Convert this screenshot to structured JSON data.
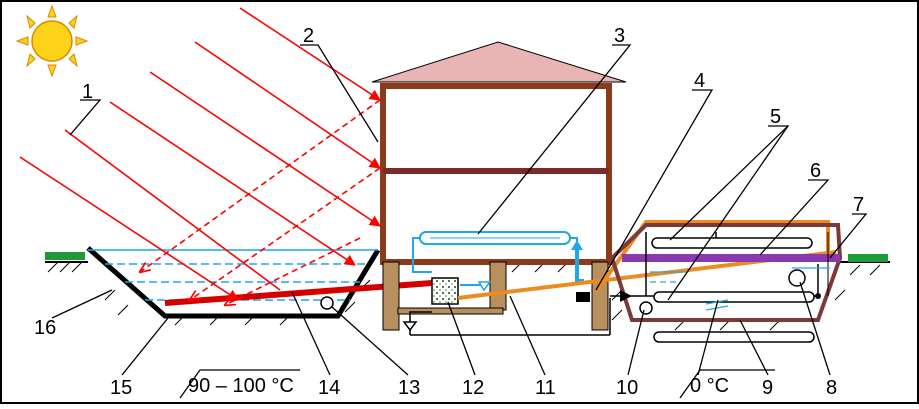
{
  "labels": {
    "n1": "1",
    "n2": "2",
    "n3": "3",
    "n4": "4",
    "n5": "5",
    "n6": "6",
    "n7": "7",
    "n8": "8",
    "n9": "9",
    "n10": "10",
    "n11": "11",
    "n12": "12",
    "n13": "13",
    "n14": "14",
    "n15": "15",
    "n16": "16"
  },
  "annotations": {
    "hot_range": "90 – 100 °C",
    "cold_temp": "0 °C"
  },
  "colors": {
    "sun": "#ffd21a",
    "sun_outline": "#d98a00",
    "sun_rays": "#f2c200",
    "solar_rays": "#ff0000",
    "water_cold": "#1ea9e6",
    "hot_pipe": "#d40000",
    "warm_pipe": "#ee8a1e",
    "house_frame": "#8b3a1a",
    "roof": "#e8b4b4",
    "floor_band": "#7a2a2a",
    "storage_wall": "#7a3a3a",
    "purple_band": "#8a3ab0",
    "grass": "#1f9a3a",
    "heat_exchanger": "#2e5e2e"
  }
}
